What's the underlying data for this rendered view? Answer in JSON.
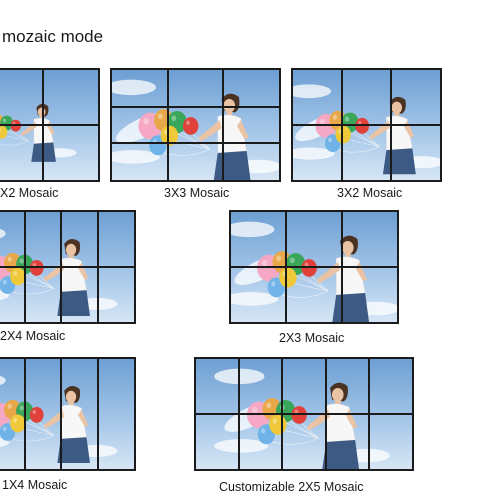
{
  "header": {
    "title": "mozaic mode"
  },
  "tiles": [
    {
      "caption": "X2 Mosaic",
      "grid": "2x2"
    },
    {
      "caption": "3X3 Mosaic",
      "grid": "3x3"
    },
    {
      "caption": "3X2 Mosaic",
      "grid": "3x2"
    },
    {
      "caption": "2X4 Mosaic",
      "grid": "2x4"
    },
    {
      "caption": "2X3 Mosaic",
      "grid": "2x3"
    },
    {
      "caption": "1X4 Mosaic",
      "grid": "1x4"
    },
    {
      "caption": "Customizable 2X5 Mosaic",
      "grid": "2x5"
    }
  ]
}
